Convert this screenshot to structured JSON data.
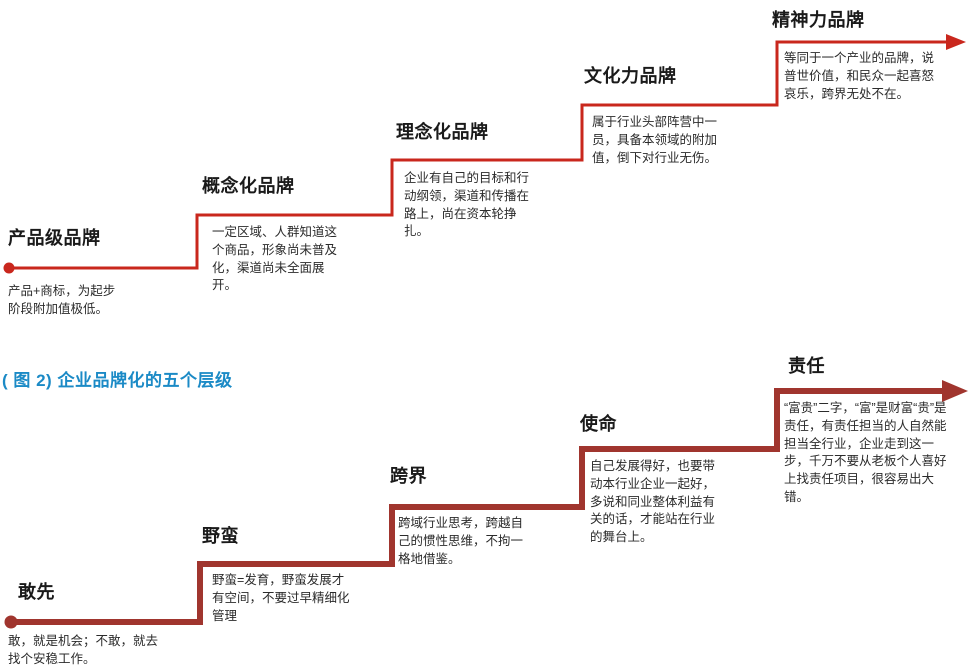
{
  "caption": {
    "text": "( 图 2) 企业品牌化的五个层级"
  },
  "colors": {
    "top_line": "#c9271d",
    "bottom_line": "#a0352e",
    "caption_blue": "#1b8ac6"
  },
  "brand_levels": {
    "steps": [
      {
        "title": "产品级品牌",
        "desc": "产品+商标，为起步阶段附加值极低。"
      },
      {
        "title": "概念化品牌",
        "desc": "一定区域、人群知道这个商品，形象尚未普及化，渠道尚未全面展开。"
      },
      {
        "title": "理念化品牌",
        "desc": "企业有自己的目标和行动纲领，渠道和传播在路上，尚在资本轮挣扎。"
      },
      {
        "title": "文化力品牌",
        "desc": "属于行业头部阵营中一员，具备本领域的附加值，倒下对行业无伤。"
      },
      {
        "title": "精神力品牌",
        "desc": "等同于一个产业的品牌，说普世价值，和民众一起喜怒哀乐，跨界无处不在。"
      }
    ]
  },
  "stage_steps": {
    "steps": [
      {
        "title": "敢先",
        "desc": "敢，就是机会；不敢，就去找个安稳工作。"
      },
      {
        "title": "野蛮",
        "desc": "野蛮=发育，野蛮发展才有空间，不要过早精细化管理"
      },
      {
        "title": "跨界",
        "desc": "跨域行业思考，跨越自己的惯性思维，不拘一格地借鉴。"
      },
      {
        "title": "使命",
        "desc": "自己发展得好，也要带动本行业企业一起好，多说和同业整体利益有关的话，才能站在行业的舞台上。"
      },
      {
        "title": "责任",
        "desc": "“富贵”二字，“富”是财富“贵”是责任，有责任担当的人自然能担当全行业，企业走到这一步，千万不要从老板个人喜好上找责任项目，很容易出大错。"
      }
    ]
  }
}
